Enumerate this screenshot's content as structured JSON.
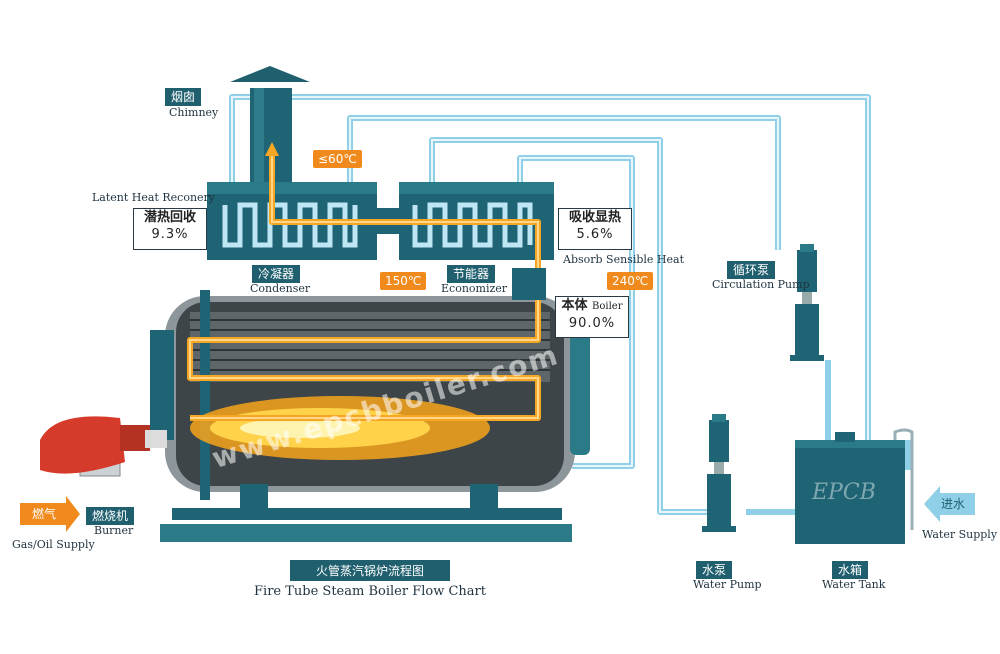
{
  "labels": {
    "chimney_cn": "烟囱",
    "chimney_en": "Chimney",
    "latent_en": "Latent Heat Reconery",
    "latent_cn": "潜热回收",
    "latent_pct": "9.3%",
    "condenser_cn": "冷凝器",
    "condenser_en": "Condenser",
    "economizer_cn": "节能器",
    "economizer_en": "Economizer",
    "absorb_cn": "吸收显热",
    "absorb_pct": "5.6%",
    "absorb_en": "Absorb  Sensible Heat",
    "boiler_cn": "本体",
    "boiler_en": "Boiler",
    "boiler_pct": "90.0%",
    "circ_pump_cn": "循环泵",
    "circ_pump_en": "Circulation  Pump",
    "water_pump_cn": "水泵",
    "water_pump_en": "Water  Pump",
    "water_tank_cn": "水箱",
    "water_tank_en": "Water  Tank",
    "water_in_cn": "进水",
    "water_supply_en": "Water  Supply",
    "gas_cn": "燃气",
    "gas_supply_en": "Gas/Oil Supply",
    "burner_cn": "燃烧机",
    "burner_en": "Burner",
    "title_cn": "火管蒸汽锅炉流程图",
    "title_en": "Fire Tube Steam Boiler Flow Chart",
    "watermark": "www.epcbboiler.com",
    "tank_logo": "EPCB"
  },
  "temperatures": {
    "t60": "≤60℃",
    "t150": "150℃",
    "t240": "240℃"
  },
  "colors": {
    "teal": "#1f5f6e",
    "water_pipe": "#8fcfe8",
    "gas_pipe": "#f5a623",
    "orange": "#f08a1c",
    "boiler_shell": "#8a9497"
  }
}
